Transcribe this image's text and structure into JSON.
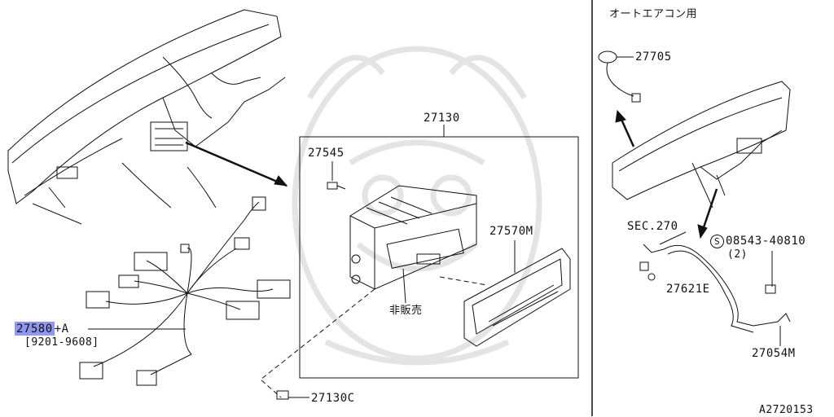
{
  "header": {
    "auto_ac_note": "オートエアコン用"
  },
  "callouts": {
    "p27130": "27130",
    "p27545": "27545",
    "p27570m": "27570M",
    "not_for_sale": "非販売",
    "p27580_highlight": "27580",
    "p27580_suffix": "+A",
    "p27580_date_range": "[9201-9608]",
    "p27130c": "27130C",
    "p27705": "27705",
    "sec270": "SEC.270",
    "bolt_symbol": "S",
    "bolt_part": "08543-40810",
    "bolt_qty": "(2)",
    "p27621e": "27621E",
    "p27054m": "27054M"
  },
  "footer": {
    "diagram_code": "A2720153"
  },
  "colors": {
    "highlight": "#8f97ee",
    "ink": "#111111",
    "watermark": "#e6e6e6"
  }
}
